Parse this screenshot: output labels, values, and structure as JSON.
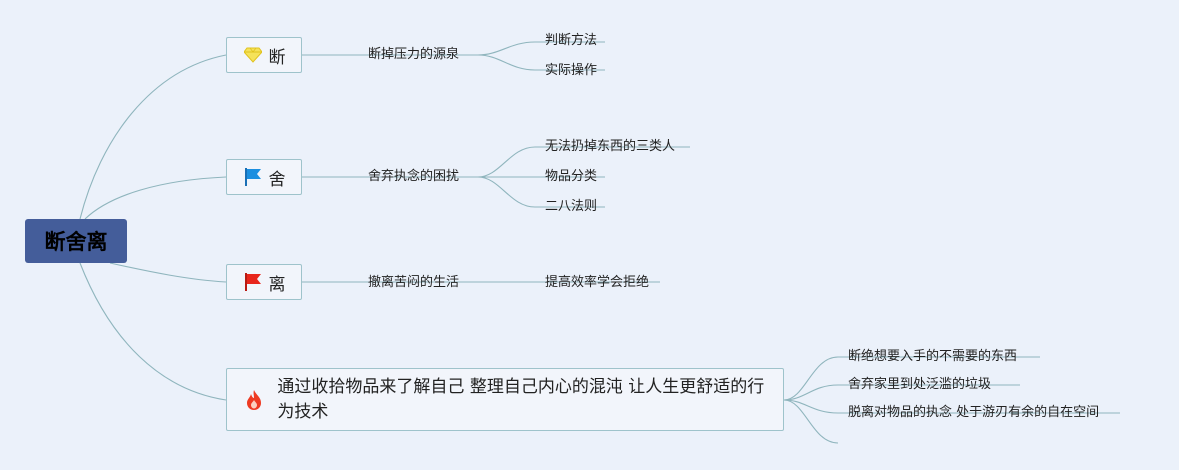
{
  "root": {
    "label": "断舍离"
  },
  "branches": [
    {
      "label": "断",
      "icon": "diamond-icon",
      "color": "#f2dc3c",
      "sub": "断掉压力的源泉",
      "leaves": [
        "判断方法",
        "实际操作"
      ]
    },
    {
      "label": "舍",
      "icon": "blue-flag-icon",
      "color": "#1c8fe0",
      "sub": "舍弃执念的困扰",
      "leaves": [
        "无法扔掉东西的三类人",
        "物品分类",
        "二八法则"
      ]
    },
    {
      "label": "离",
      "icon": "red-flag-icon",
      "color": "#e8261c",
      "sub": "撤离苦闷的生活",
      "leaves": [
        "提高效率学会拒绝"
      ]
    },
    {
      "label": "通过收拾物品来了解自己 整理自己内心的混沌 让人生更舒适的行为技术",
      "icon": "fire-icon",
      "color": "#ee3a22",
      "leaves": [
        "断绝想要入手的不需要的东西",
        "舍弃家里到处泛滥的垃圾",
        "脱离对物品的执念 处于游刃有余的自在空间"
      ]
    }
  ],
  "colors": {
    "background": "#ebf1fa",
    "root_fill": "#445d9a",
    "line": "#8fb5bd",
    "box_border": "#9ec3cb"
  }
}
